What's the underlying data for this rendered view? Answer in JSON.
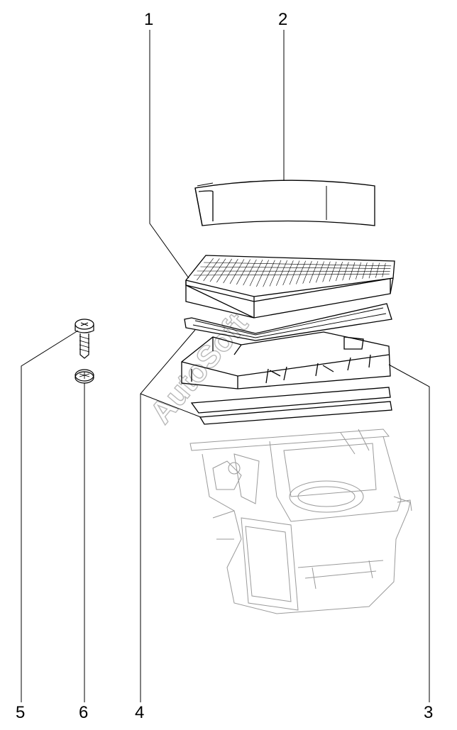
{
  "diagram": {
    "callouts": [
      {
        "id": "1",
        "label": "1"
      },
      {
        "id": "2",
        "label": "2"
      },
      {
        "id": "3",
        "label": "3"
      },
      {
        "id": "4",
        "label": "4"
      },
      {
        "id": "5",
        "label": "5"
      },
      {
        "id": "6",
        "label": "6"
      }
    ],
    "watermark": "AutoSoft"
  },
  "colors": {
    "line": "#000000",
    "ghost": "#9a9a9a",
    "watermark": "#b8b8b8",
    "background": "#ffffff"
  }
}
